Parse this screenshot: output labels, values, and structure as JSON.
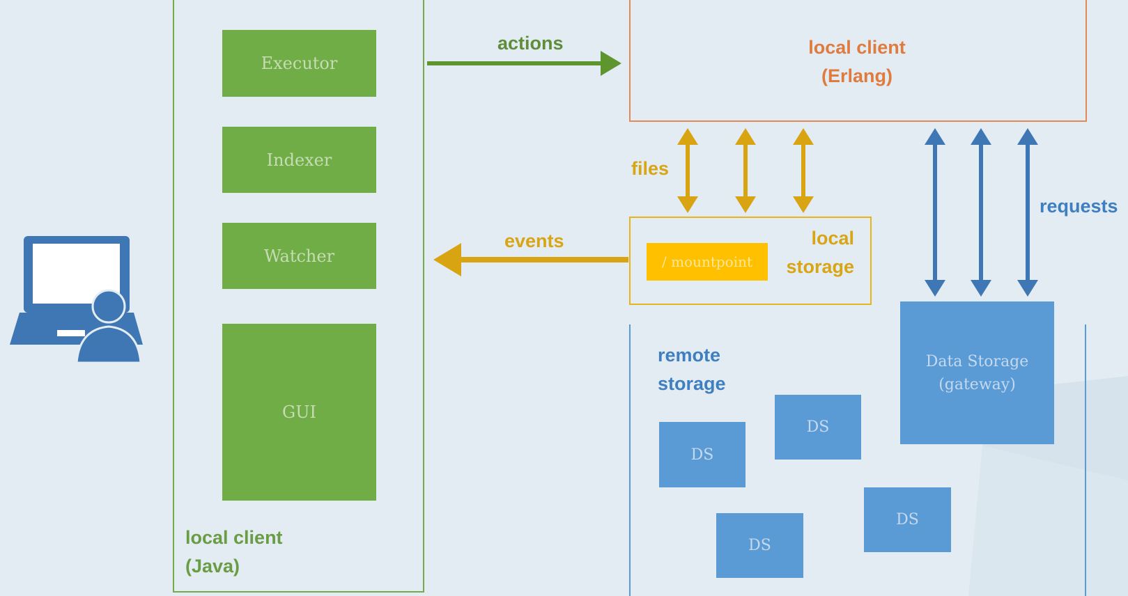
{
  "colors": {
    "green": "#70ad47",
    "orange": "#e08a59",
    "gold": "#ffc000",
    "blue": "#5b9bd5",
    "background": "#e3ecf3"
  },
  "icons": [
    "laptop-user-icon"
  ],
  "java_client": {
    "label_line1": "local client",
    "label_line2": "(Java)",
    "components": [
      "Executor",
      "Indexer",
      "Watcher",
      "GUI"
    ]
  },
  "erlang_client": {
    "label_line1": "local client",
    "label_line2": "(Erlang)"
  },
  "local_storage": {
    "label_line1": "local",
    "label_line2": "storage",
    "mountpoint": "/ mountpoint"
  },
  "remote_storage": {
    "label_line1": "remote",
    "label_line2": "storage",
    "gateway_line1": "Data Storage",
    "gateway_line2": "(gateway)",
    "nodes": [
      "DS",
      "DS",
      "DS",
      "DS"
    ]
  },
  "edges": {
    "actions": "actions",
    "events": "events",
    "files": "files",
    "requests": "requests"
  }
}
